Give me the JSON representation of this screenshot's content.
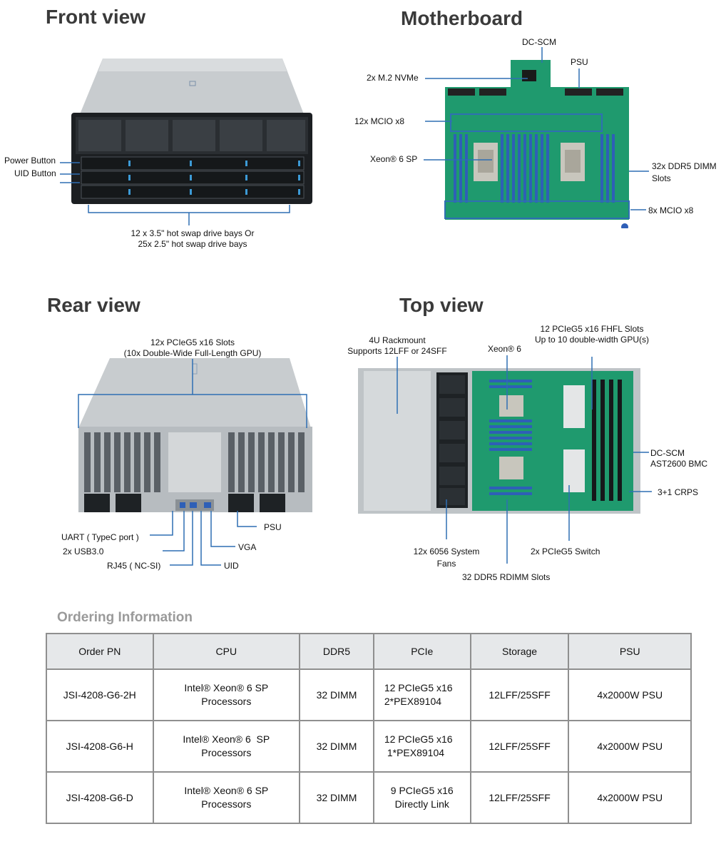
{
  "sections": {
    "front": "Front view",
    "motherboard": "Motherboard",
    "rear": "Rear view",
    "top": "Top view"
  },
  "front_labels": {
    "power_button": "Power Button",
    "uid_button": "UID Button",
    "drives_line1": "12 x 3.5\" hot swap drive bays Or",
    "drives_line2": "25x 2.5\" hot swap drive bays"
  },
  "mb_labels": {
    "dcscm": "DC-SCM",
    "psu": "PSU",
    "nvme": "2x M.2 NVMe",
    "mcio12": "12x MCIO x8",
    "xeon": "Xeon® 6 SP",
    "dimm_line1": "32x DDR5 DIMM",
    "dimm_line2": "Slots",
    "mcio8": "8x MCIO x8"
  },
  "rear_labels": {
    "pcie_line1": "12x PCIeG5 x16 Slots",
    "pcie_line2": "(10x Double-Wide Full-Length GPU)",
    "uart": "UART ( TypeC port )",
    "usb": "2x USB3.0",
    "rj45": "RJ45 ( NC-SI)",
    "psu": "PSU",
    "vga": "VGA",
    "uid": "UID"
  },
  "top_labels": {
    "rack_line1": "4U Rackmount",
    "rack_line2": "Supports 12LFF or 24SFF",
    "xeon": "Xeon® 6",
    "slots_line1": "12 PCIeG5 x16 FHFL Slots",
    "slots_line2": "Up to 10 double-width GPU(s)",
    "dcscm_line1": "DC-SCM",
    "dcscm_line2": "AST2600 BMC",
    "crps": "3+1 CRPS",
    "fans_line1": "12x 6056 System",
    "fans_line2": "Fans",
    "pcie_switch": "2x PCIeG5 Switch",
    "rdimm": "32 DDR5 RDIMM Slots"
  },
  "ordering": {
    "title": "Ordering Information",
    "headers": [
      "Order PN",
      "CPU",
      "DDR5",
      "PCIe",
      "Storage",
      "PSU"
    ],
    "rows": [
      {
        "pn": "JSI-4208-G6-2H",
        "cpu1": "Intel® Xeon® 6 SP",
        "cpu2": "Processors",
        "ddr5": "32 DIMM",
        "pcie1": "12 PCIeG5 x16",
        "pcie2": "2*PEX89104",
        "storage": "12LFF/25SFF",
        "psu": "4x2000W PSU"
      },
      {
        "pn": "JSI-4208-G6-H",
        "cpu1": "Intel® Xeon® 6  SP",
        "cpu2": "Processors",
        "ddr5": "32 DIMM",
        "pcie1": "12 PCIeG5 x16",
        "pcie2": "1*PEX89104",
        "storage": "12LFF/25SFF",
        "psu": "4x2000W PSU"
      },
      {
        "pn": "JSI-4208-G6-D",
        "cpu1": "Intel® Xeon® 6 SP",
        "cpu2": "Processors",
        "ddr5": "32 DIMM",
        "pcie1": "9 PCIeG5 x16",
        "pcie2": "Directly Link",
        "storage": "12LFF/25SFF",
        "psu": "4x2000W PSU"
      }
    ]
  },
  "colors": {
    "callout": "#2f6fb3",
    "heading": "#3a3a3a",
    "table_header_bg": "#e6e8ea",
    "table_border": "#8f8f8f",
    "pcb_green": "#1f9a6e",
    "dimm_blue": "#2e5fb7",
    "chassis_gray": "#c9cdd0"
  }
}
